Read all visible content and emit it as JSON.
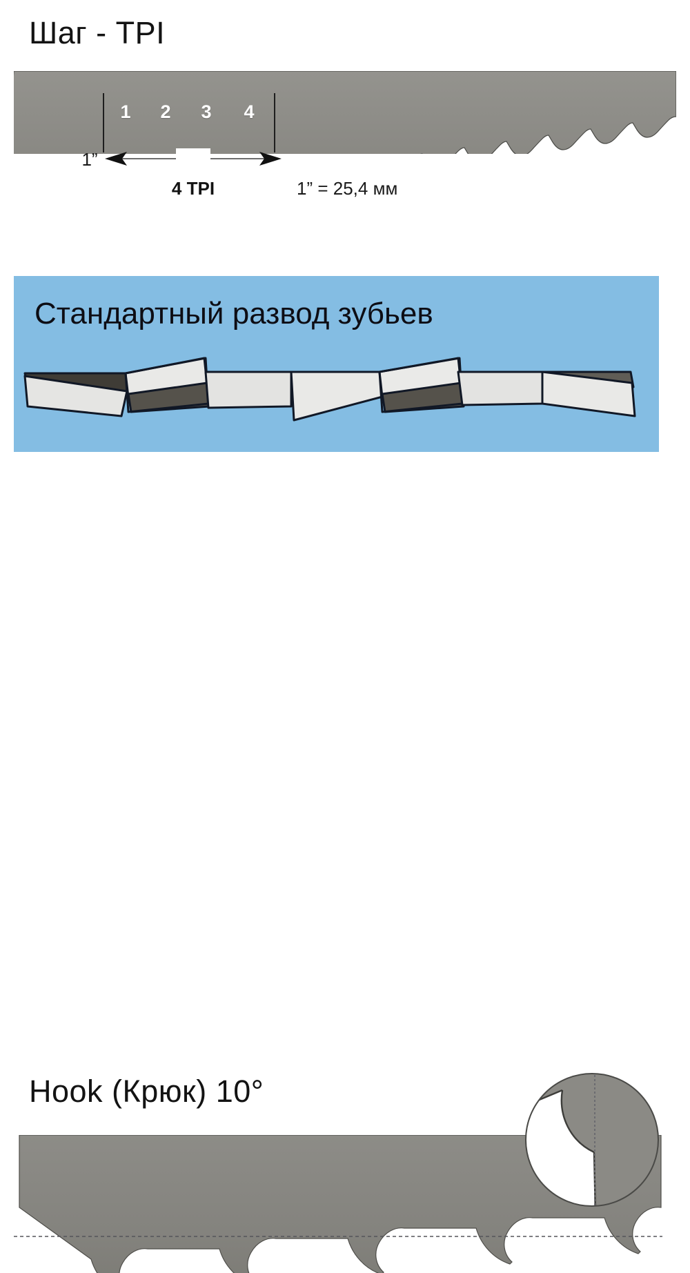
{
  "sections": {
    "pitch": {
      "title": "Шаг - TPI",
      "tooth_numbers": [
        "1",
        "2",
        "3",
        "4"
      ],
      "dimension_label": "1”",
      "tpi_label": "4 TPI",
      "conversion_label": "1” = 25,4 мм"
    },
    "tooth_set": {
      "title": "Стандартный развод зубьев",
      "background_color": "#84bde3"
    },
    "hook": {
      "title": "Hook (Крюк) 10°"
    }
  },
  "colors": {
    "blade_gray": "#8b8a85",
    "blade_gray_dark": "#807f7a",
    "hook_blade_gray": "#83827d",
    "outline": "#2b2b2b",
    "panel_blue": "#84bde3",
    "text_dark": "#131313",
    "text_white": "#ffffff",
    "tooth_face_light": "#e3e3e1",
    "tooth_face_dark": "#4e4b45"
  }
}
